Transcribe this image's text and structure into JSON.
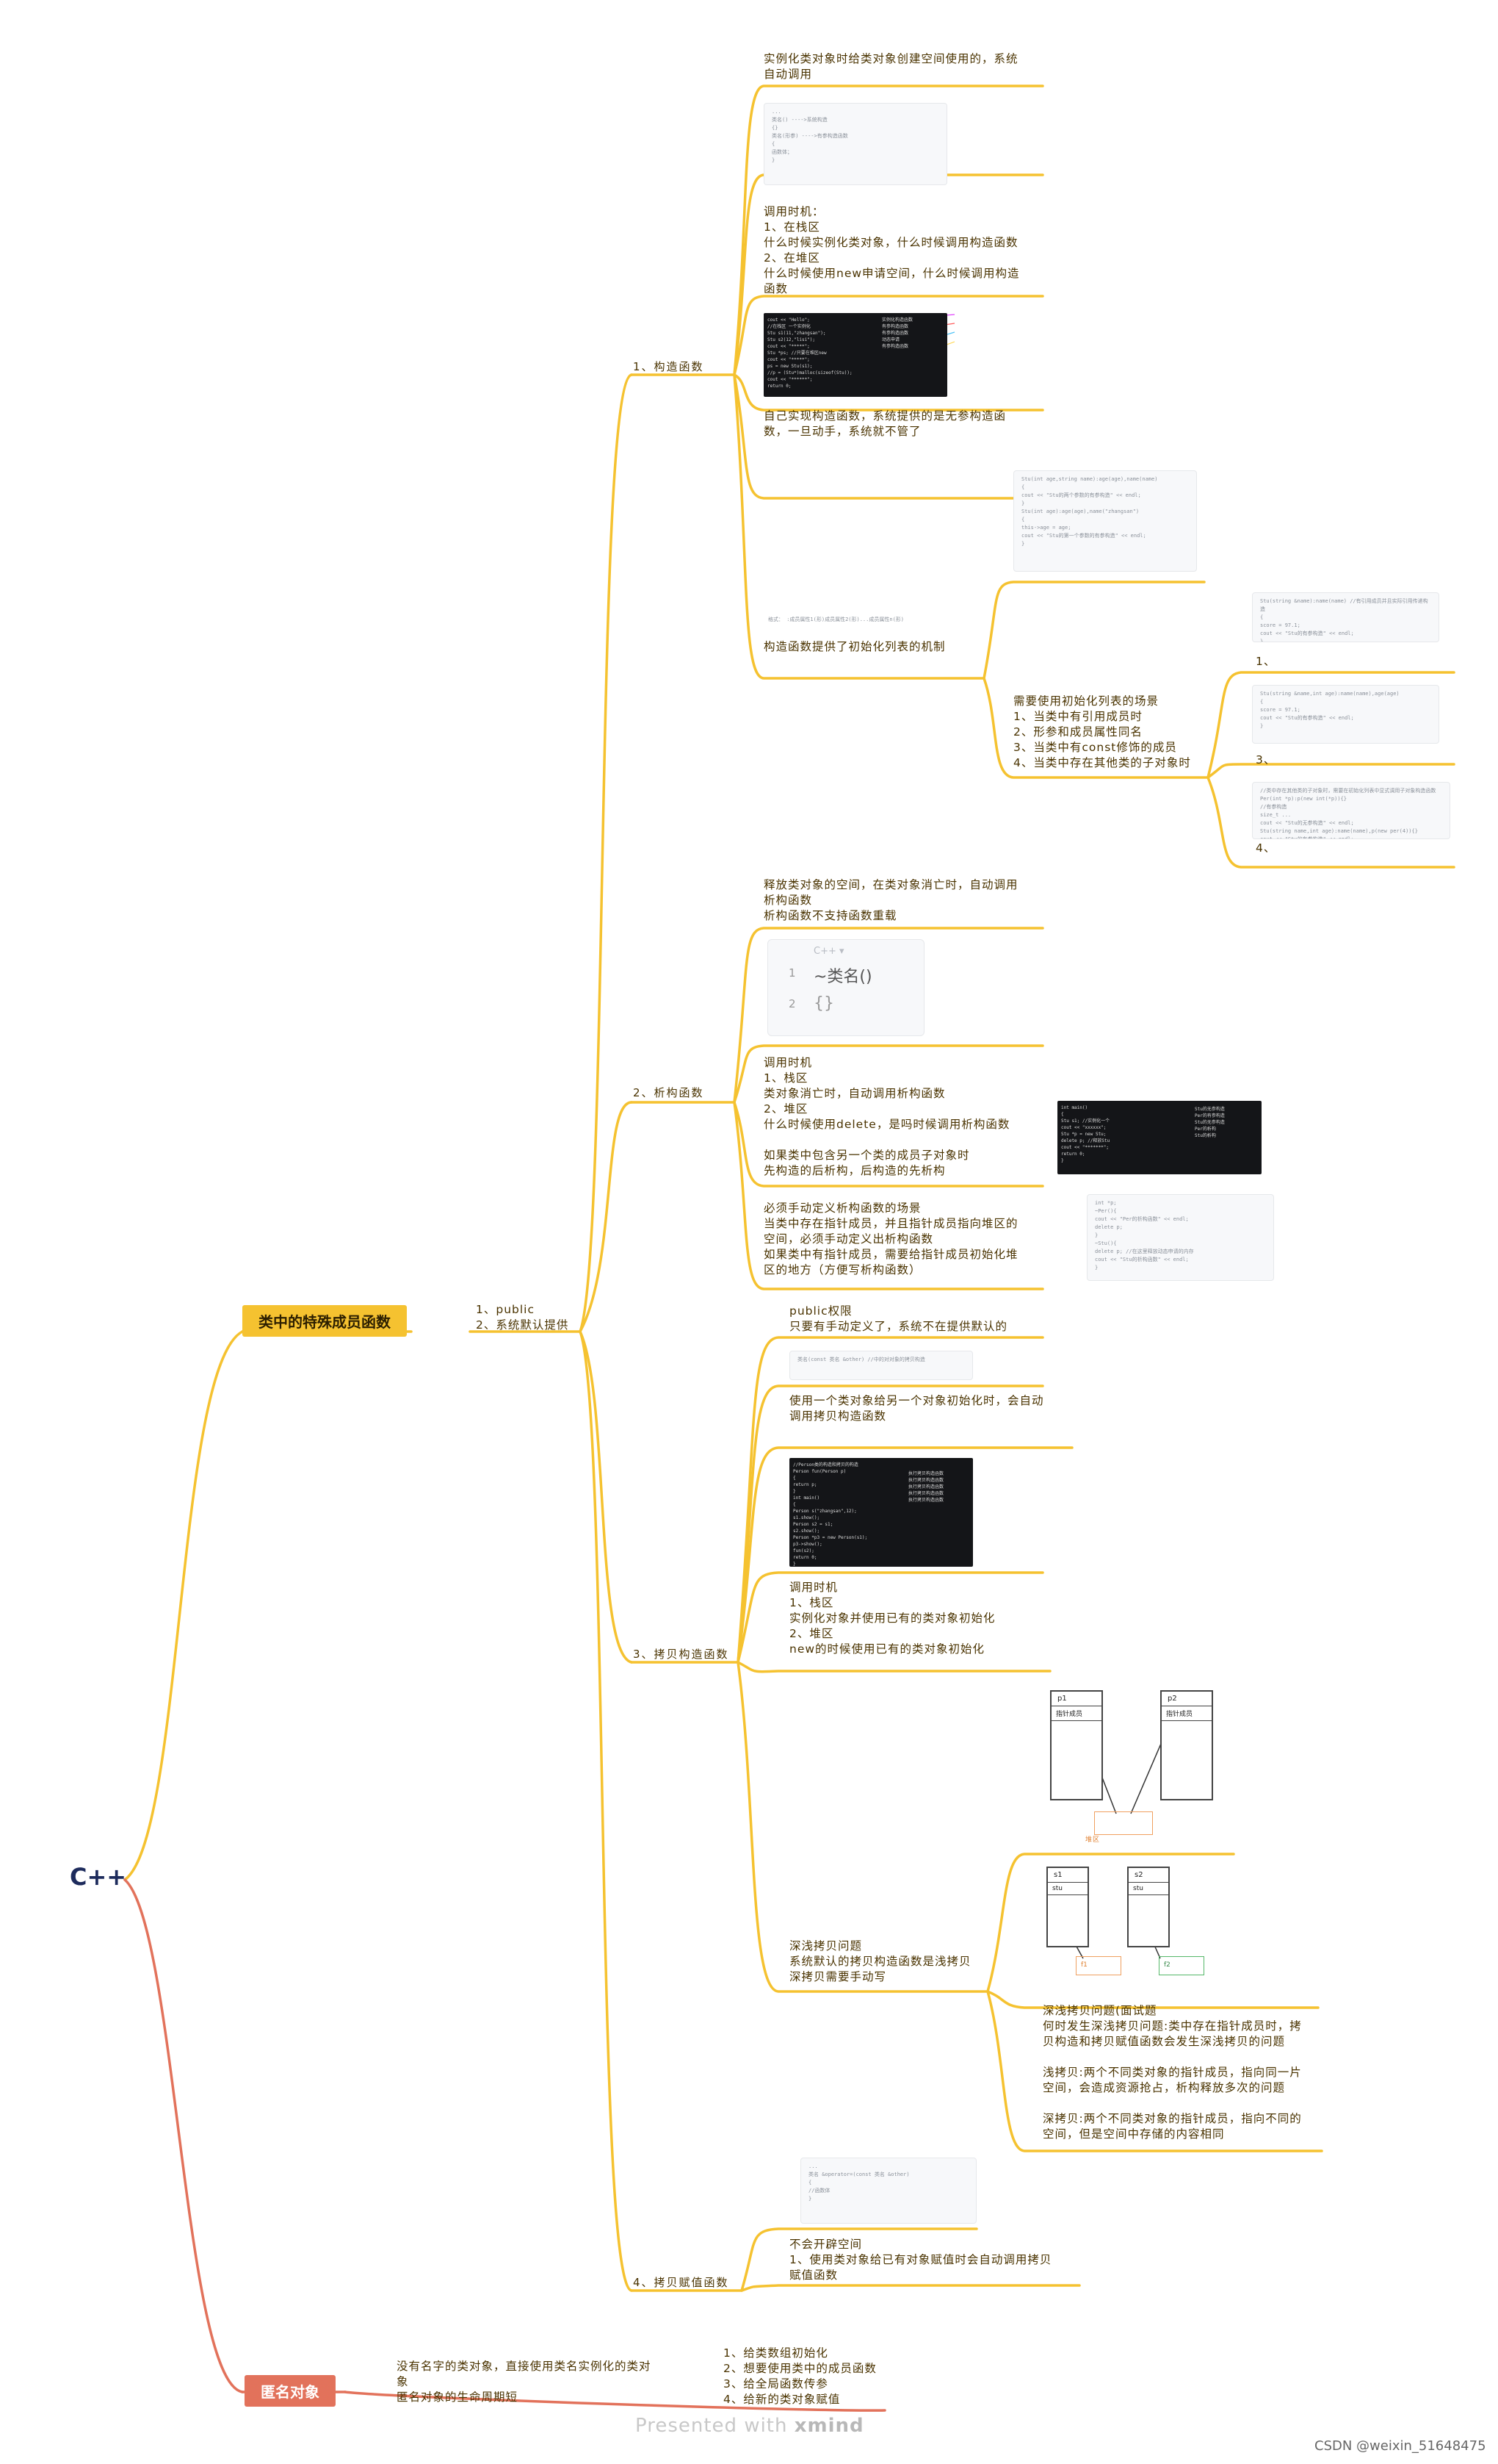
{
  "root": "C++",
  "branch_special": {
    "label": "类中的特殊成员函数",
    "note": "1、public\n2、系统默认提供",
    "ctor": {
      "label": "1、构造函数",
      "purpose": "实例化类对象时给类对象创建空间使用的，系统\n自动调用",
      "code_syntax": "...\n类名()      ---->系统构造\n{}\n类名(形参)   ---->有参构造函数\n{\n    函数体；\n}",
      "timing": "调用时机：\n1、在栈区\n什么时候实例化类对象，什么时候调用构造函数\n2、在堆区\n什么时候使用new申请空间，什么时候调用构造\n函数",
      "dark_code": "cout << \"Hello\";\n//在栈区 一个实例化\nStu s1(11,\"zhangsan\");\nStu s2(12,\"lisi\");\ncout << \"*****\";\nStu *ps;  //只要在堆区new\ncout << \"*****\";\nps = new Stu(s1);\n//p = (Stu*)malloc(sizeof(Stu));\ncout << \"******\";\nreturn 0;",
      "dark_notes": "实例化构造函数\n有参构造函数\n有参构造函数\n动态申请\n有参构造函数",
      "self_impl": "自己实现构造函数，系统提供的是无参构造函\n数，一旦动手，系统就不管了",
      "code_ctor2": "Stu(int age,string name):age(age),name(name)\n{\n    cout << \"Stu的两个参数的有参构造\" << endl;\n}\nStu(int age):age(age),name(\"zhangsan\")\n{\n    this->age = age;\n    cout << \"Stu的第一个参数的有参构造\" << endl;\n}",
      "init_list_syntax": "格式：    :成员属性1(形)成员属性2(形)...成员属性n(形)",
      "init_list": "构造函数提供了初始化列表的机制",
      "scenes": "需要使用初始化列表的场景\n1、当类中有引用成员时\n2、形参和成员属性同名\n3、当类中有const修饰的成员\n4、当类中存在其他类的子对象时",
      "scene_code_1": "Stu(string &name):name(name)  //有引用成员并且实际引用传递构造\n{\n    score = 97.1;\n    cout << \"Stu的有参构造\" << endl;\n}",
      "scene_code_3": "Stu(string &name,int age):name(name),age(age)\n{\n    score = 97.1;\n    cout << \"Stu的有参构造\" << endl;\n}",
      "scene_code_4": "//类中存在其他类的子对象时，需要在初始化列表中显式调用子对象构造函数\nPer(int *p):p(new int(*p)){}\n//有参构造\nsize_t ...\ncout << \"Stu的无参构造\" << endl;\nStu(string name,int age):name(name),p(new per(4)){}\ncout << \"Stu的有参构造\" << endl;",
      "scene_tags": [
        "1、",
        "3、",
        "4、"
      ]
    },
    "dtor": {
      "label": "2、析构函数",
      "purpose": "释放类对象的空间，在类对象消亡时，自动调用\n析构函数\n析构函数不支持函数重载",
      "code_lang": "C++ ▾",
      "code_lines": [
        "~类名()",
        "{}"
      ],
      "code_line_nums": [
        "1",
        "2"
      ],
      "timing": "调用时机\n1、栈区\n类对象消亡时，自动调用析构函数\n2、堆区\n什么时候使用delete，是吗时候调用析构函数\n\n如果类中包含另一个类的成员子对象时\n先构造的后析构，后构造的先析构",
      "dark_code": "int main()\n{\n    Stu s1;   //实例化一个\n    cout << \"xxxxxx\";\n    Stu *p = new Stu;\n    delete p; //释放Stu\n    cout << \"*******\";\n    return 0;\n}",
      "dark_notes": "Stu的无参构造\nPer的有参构造\nStu的无参构造\nPer的析构\nStu的析构",
      "must_define": "必须手动定义析构函数的场景\n当类中存在指针成员，并且指针成员指向堆区的\n空间，必须手动定义出析构函数\n如果类中有指针成员，需要给指针成员初始化堆\n区的地方（方便写析构函数）",
      "code_dtor": "int *p;\n~Per(){\n    cout << \"Per的析构函数\" << endl;\n    delete p;\n}\n~Stu(){\n    delete p; //在这里释放动态申请的内存\n    cout << \"Stu的析构函数\" << endl;\n}"
    },
    "copy": {
      "label": "3、拷贝构造函数",
      "access": "public权限\n只要有手动定义了，系统不在提供默认的",
      "code": "类名(const 类名 &other)   //中的对对象的拷贝构造",
      "usage": "使用一个类对象给另一个对象初始化时，会自动\n调用拷贝构造函数",
      "dark_code": "//Person类的构造和拷贝的构造\nPerson fun(Person p)\n{\n    return p;\n}\nint main()\n{\n    Person s(\"zhangsan\",12);\n    s1.show();\n    Person s2 = s1;\n    s2.show();\n    Person *p3 = new Person(s1);\n    p3->show();\n    fun(s2);\n    return 0;\n}",
      "dark_notes": "执行拷贝构造函数\n执行拷贝构造函数\n执行拷贝构造函数\n执行拷贝构造函数\n执行拷贝构造函数",
      "timing": "调用时机\n1、栈区\n实例化对象并使用已有的类对象初始化\n2、堆区\nnew的时候使用已有的类对象初始化",
      "shallow_deep": "深浅拷贝问题\n系统默认的拷贝构造函数是浅拷贝\n深拷贝需要手动写",
      "diagram1_labels": [
        "p1",
        "p2",
        "指针成员",
        "指针成员",
        "堆区"
      ],
      "diagram2_labels": [
        "s1",
        "s2",
        "stu",
        "stu",
        "f1",
        "f2"
      ],
      "interview": "深浅拷贝问题(面试题\n何时发生深浅拷贝问题:类中存在指针成员时，拷\n贝构造和拷贝赋值函数会发生深浅拷贝的问题\n\n浅拷贝:两个不同类对象的指针成员，指向同一片\n空间，会造成资源抢占，析构释放多次的问题\n\n深拷贝:两个不同类对象的指针成员，指向不同的\n空间，但是空间中存储的内容相同"
    },
    "assign": {
      "label": "4、拷贝赋值函数",
      "code": "...\n类名 &operator=(const 类名 &other)\n{\n    //函数体\n}",
      "note": "不会开辟空间\n1、使用类对象给已有对象赋值时会自动调用拷贝\n赋值函数"
    }
  },
  "branch_anon": {
    "label": "匿名对象",
    "desc": "没有名字的类对象，直接使用类名实例化的类对\n象\n匿名对象的生命周期短",
    "uses": "1、给类数组初始化\n2、想要使用类中的成员函数\n3、给全局函数传参\n4、给新的类对象赋值"
  },
  "watermark": {
    "pre": "Presented with ",
    "brand": "xmind"
  },
  "credit": "CSDN @weixin_51648475",
  "colors": {
    "yellow": "#f5c230",
    "red": "#e2725b",
    "navy": "#1d2b5c"
  }
}
